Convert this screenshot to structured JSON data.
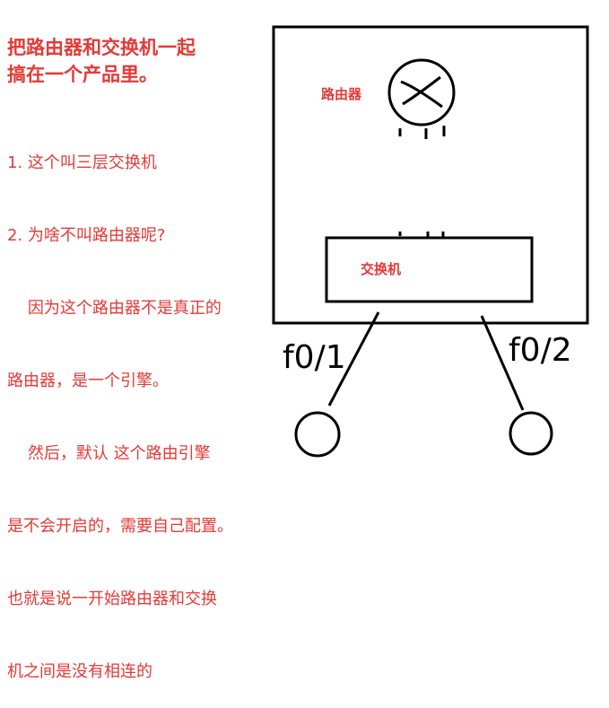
{
  "title_lines": [
    "把路由器和交换机一起",
    "搞在一个产品里。"
  ],
  "notes_lines": [
    "1. 这个叫三层交换机",
    "2. 为啥不叫路由器呢?",
    "    因为这个路由器不是真正的",
    "路由器，是一个引擎。",
    "    然后，默认 这个路由引擎",
    "是不会开启的，需要自己配置。",
    "也就是说一开始路由器和交换",
    "机之间是没有相连的"
  ],
  "diagram": {
    "router_label": "路由器",
    "switch_label": "交换机",
    "port_left": "f0/1",
    "port_right": "f0/2"
  },
  "colors": {
    "annotation": "#e53935",
    "line": "#000000"
  }
}
